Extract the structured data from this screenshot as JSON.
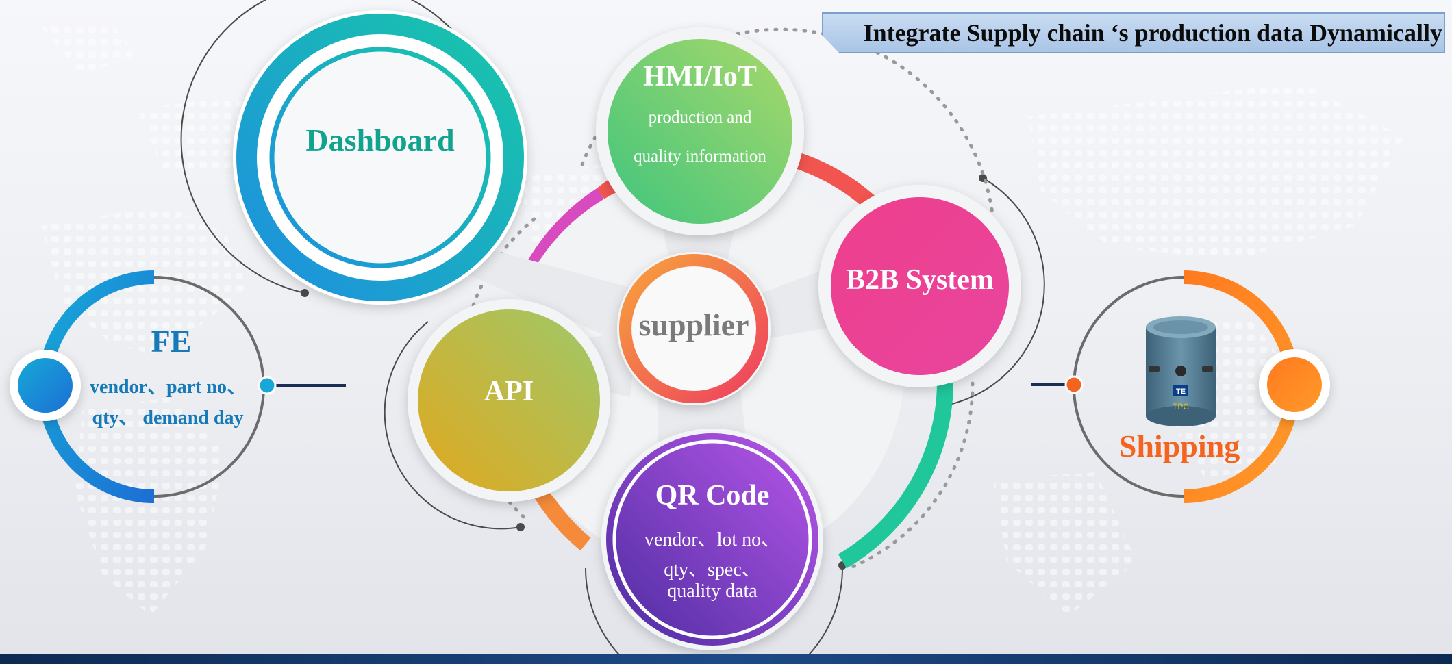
{
  "banner": {
    "title": "Integrate Supply chain ‘s production data Dynamically"
  },
  "nodes": {
    "dashboard": {
      "label": "Dashboard"
    },
    "hmi": {
      "label": "HMI/IoT",
      "line1": "production and",
      "line2": "quality information"
    },
    "b2b": {
      "label": "B2B System"
    },
    "supplier": {
      "label": "supplier"
    },
    "api": {
      "label": "API"
    },
    "qrcode": {
      "label": "QR Code",
      "line1": "vendor、lot no、",
      "line2": "qty、spec、",
      "line3": "quality data"
    },
    "fe": {
      "label": "FE",
      "line1": "vendor、part no、",
      "line2": "qty、 demand day"
    },
    "shipping": {
      "label": "Shipping",
      "icon_text": "TPC"
    }
  },
  "colors": {
    "dashboard_text": "#12a38f",
    "fe_text": "#1679b8",
    "shipping_text": "#f5641e",
    "supplier_text": "#7a7a7a",
    "footer": "#1d4a86"
  },
  "icons": [
    "database-icon"
  ]
}
